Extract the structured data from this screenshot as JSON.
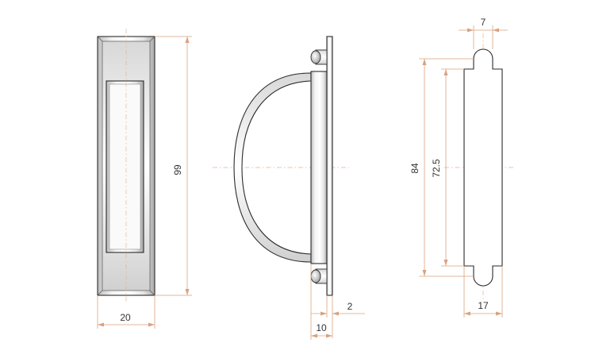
{
  "dimensions": {
    "front_width": "20",
    "front_height": "99",
    "side_thickness": "10",
    "side_plate": "2",
    "back_tab_width": "7",
    "back_height": "84",
    "back_inner_height": "72.5",
    "back_width": "17"
  },
  "colors": {
    "dimension_line": "#d9a27e",
    "outline": "#2b2b2b",
    "text": "#333333"
  }
}
